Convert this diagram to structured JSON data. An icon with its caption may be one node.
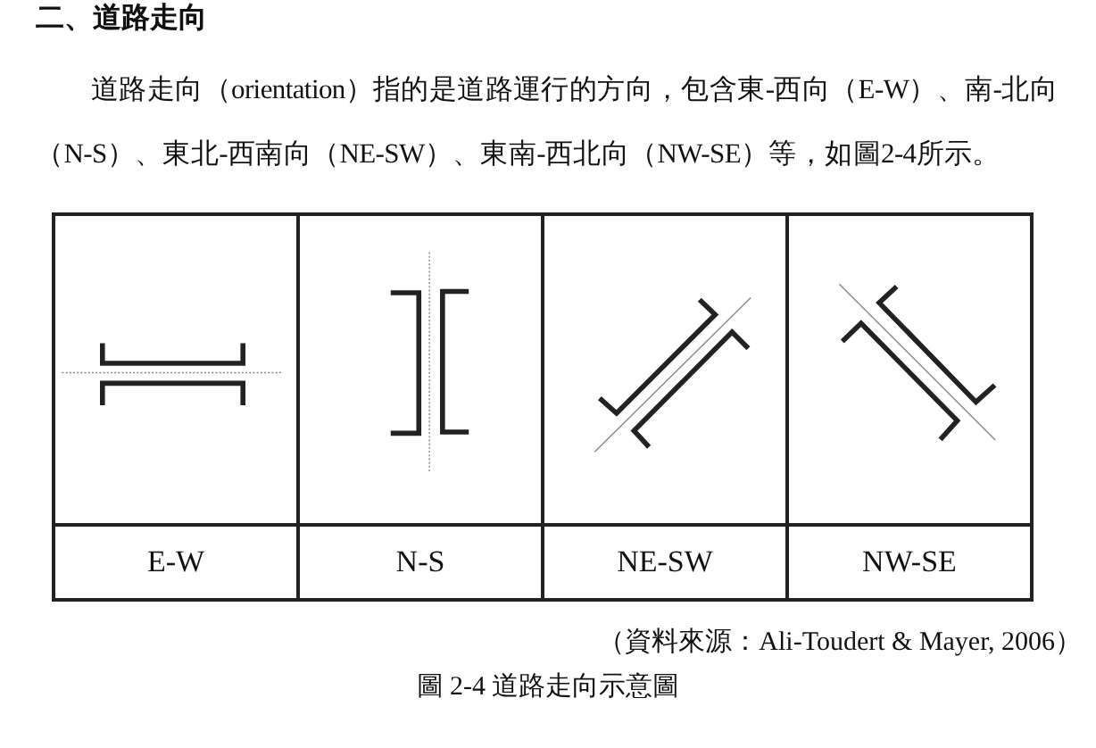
{
  "diagram": {
    "caption": "圖 2-4 道路走向示意圖",
    "labels": [
      "二、道路走向",
      "道路走向（orientation）指的是道路運行的方向，包含東-西向（E-W）、南-北向（N-S）、東北-西南向（NE-SW）、東南-西北向（NW-SE）等，如圖2-4所示。",
      "E-W",
      "N-S",
      "NE-SW",
      "NW-SE",
      "（資料來源：Ali-Toudert & Mayer, 2006）"
    ]
  }
}
